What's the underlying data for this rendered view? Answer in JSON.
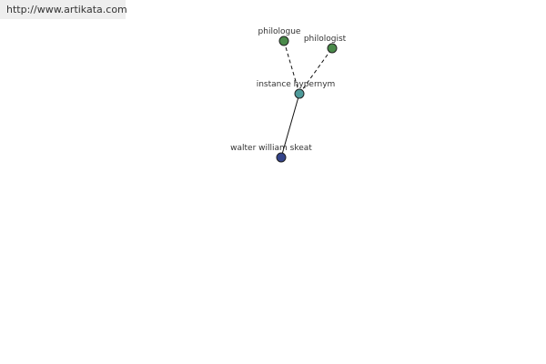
{
  "watermark": "http://www.artikata.com",
  "nodes": [
    {
      "id": "philologue",
      "label": "philologue",
      "color": "#4a8a4a"
    },
    {
      "id": "philologist",
      "label": "philologist",
      "color": "#4a8a4a"
    },
    {
      "id": "instance-hypernym",
      "label": "instance hypernym",
      "color": "#4e9a9a"
    },
    {
      "id": "walter-william-skeat",
      "label": "walter william skeat",
      "color": "#34448a"
    }
  ],
  "edges": [
    {
      "from": "instance-hypernym",
      "to": "philologue",
      "style": "dashed"
    },
    {
      "from": "instance-hypernym",
      "to": "philologist",
      "style": "dashed"
    },
    {
      "from": "instance-hypernym",
      "to": "walter-william-skeat",
      "style": "solid"
    }
  ]
}
